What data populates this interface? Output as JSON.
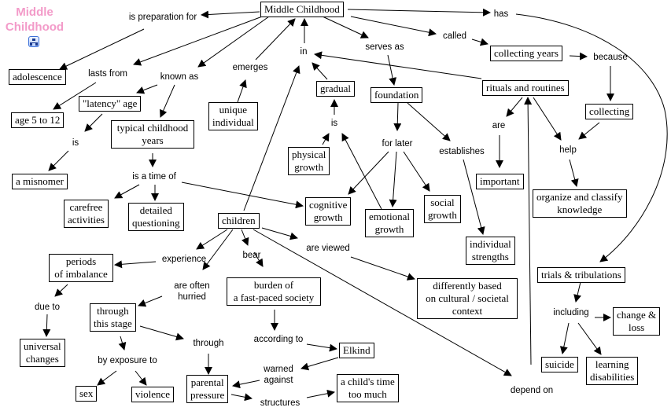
{
  "title": {
    "line1": "Middle",
    "line2": "Childhood",
    "color": "#f39bc9"
  },
  "icon": "concept-map-icon",
  "concepts": {
    "middle_childhood": "Middle Childhood",
    "adolescence": "adolescence",
    "age_5_12": "age 5 to 12",
    "latency_age": "\"latency\" age",
    "misnomer": "a misnomer",
    "typical_line1": "typical childhood",
    "typical_line2": "years",
    "unique_line1": "unique",
    "unique_line2": "individual",
    "gradual": "gradual",
    "foundation": "foundation",
    "collecting_years": "collecting years",
    "rituals": "rituals and routines",
    "collecting": "collecting",
    "physical_line1": "physical",
    "physical_line2": "growth",
    "important": "important",
    "carefree_line1": "carefree",
    "carefree_line2": "activities",
    "detailed_line1": "detailed",
    "detailed_line2": "questioning",
    "children": "children",
    "cognitive_line1": "cognitive",
    "cognitive_line2": "growth",
    "emotional_line1": "emotional",
    "emotional_line2": "growth",
    "social_line1": "social",
    "social_line2": "growth",
    "organize_line1": "organize and classify",
    "organize_line2": "knowledge",
    "individual_line1": "individual",
    "individual_line2": "strengths",
    "periods_line1": "periods",
    "periods_line2": "of imbalance",
    "burden_line1": "burden of",
    "burden_line2": "a fast-paced society",
    "differently_line1": "differently based",
    "differently_line2": "on cultural / societal",
    "differently_line3": "context",
    "trials": "trials & tribulations",
    "through_stage_line1": "through",
    "through_stage_line2": "this stage",
    "universal_line1": "universal",
    "universal_line2": "changes",
    "elkind": "Elkind",
    "change_line1": "change &",
    "change_line2": "loss",
    "suicide": "suicide",
    "learning_line1": "learning",
    "learning_line2": "disabilities",
    "sex": "sex",
    "violence": "violence",
    "parental_line1": "parental",
    "parental_line2": "pressure",
    "childs_time_line1": "a child's time",
    "childs_time_line2": "too much"
  },
  "phrases": {
    "is_preparation_for": "is preparation for",
    "has": "has",
    "lasts_from": "lasts from",
    "known_as": "known as",
    "emerges": "emerges",
    "in": "in",
    "serves_as": "serves as",
    "called": "called",
    "because": "because",
    "is1": "is",
    "is2": "is",
    "are": "are",
    "for_later": "for later",
    "establishes": "establishes",
    "help": "help",
    "is_a_time_of": "is a time of",
    "experience": "experience",
    "bear": "bear",
    "are_viewed": "are viewed",
    "are_often_line1": "are often",
    "are_often_line2": "hurried",
    "due_to": "due to",
    "including": "including",
    "through": "through",
    "by_exposure_to": "by exposure to",
    "according_to": "according to",
    "warned_line1": "warned",
    "warned_line2": "against",
    "structures": "structures",
    "depend_on": "depend on"
  }
}
